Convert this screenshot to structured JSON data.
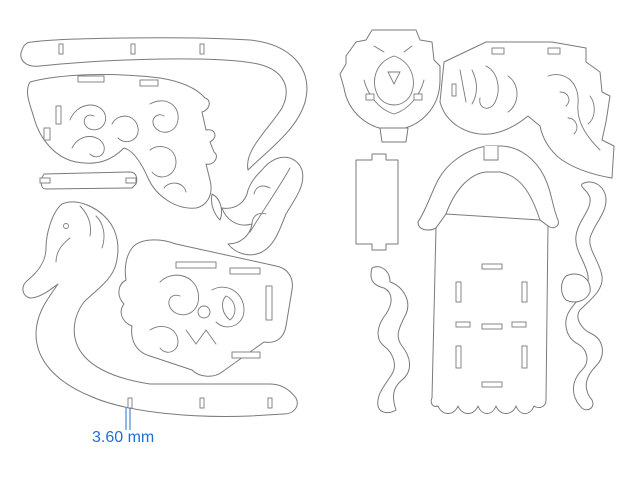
{
  "dimension": {
    "label": "3.60 mm",
    "color": "#1d6fd6"
  },
  "drawing": {
    "line_color": "#7a7a7a",
    "background": "#ffffff",
    "sheets": [
      "left-sheet",
      "right-sheet"
    ]
  }
}
